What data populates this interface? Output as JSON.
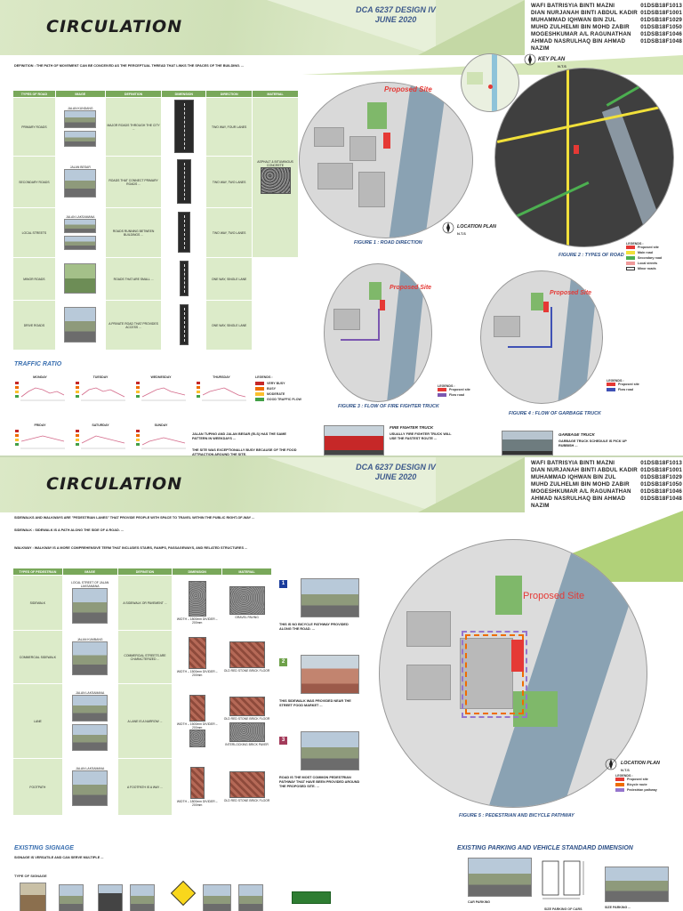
{
  "header": {
    "title": "CIRCULATION",
    "course_line1": "DCA 6237 DESIGN IV",
    "course_line2": "JUNE 2020",
    "members": [
      {
        "name": "WAFI BATRISYIA BINTI MAZNI",
        "id": "01DSB18F1013"
      },
      {
        "name": "DIAN NURJANAH BINTI ABDUL KADIR",
        "id": "01DSB18F1001"
      },
      {
        "name": "MUHAMMAD IQHWAN BIN ZUL",
        "id": "01DSB18F1029"
      },
      {
        "name": "MUHD ZULHELMI BIN MOHD ZABIR",
        "id": "01DSB18F1050"
      },
      {
        "name": "MOGESHKUMAR A/L RAGUNATHAN",
        "id": "01DSB18F1046"
      },
      {
        "name": "AHMAD NASRULHAQ BIN AHMAD NAZIM",
        "id": "01DSB18F1048"
      }
    ]
  },
  "page1": {
    "intro": "DEFINITION : THE PATH OF MOVEMENT CAN BE CONCEIVED AS THE PERCEPTUAL THREAD THAT LINKS THE SPACES OF THE BUILDING. ...",
    "road_table": {
      "headers": [
        "TYPES OF ROAD",
        "IMAGE",
        "DEFINITION",
        "DIMENSION",
        "DIRECTION",
        "MATERIAL"
      ],
      "rows": [
        {
          "type": "PRIMARY ROADS",
          "image_label": "JALAN KUNDANG",
          "definition": "MAJOR ROADS THROUGH THE CITY ...",
          "direction": "TWO WAY, FOUR LANES",
          "material": ""
        },
        {
          "type": "SECONDARY ROADS",
          "image_label": "JALAN BESAR",
          "definition": "ROADS THAT CONNECT PRIMARY ROADS ...",
          "direction": "TWO WAY, TWO LANES",
          "material": "ASPHALT & BITUMINOUS CONCRETE"
        },
        {
          "type": "LOCAL STREETS",
          "image_label": "JALAN LAKSAMANA",
          "definition": "ROADS RUNNING BETWEEN BUILDINGS ...",
          "direction": "TWO WAY, TWO LANES",
          "material": ""
        },
        {
          "type": "MINOR ROADS",
          "image_label": "",
          "definition": "ROADS THAT ARE SMALL ...",
          "direction": "ONE WAY, SINGLE LANE",
          "material": ""
        },
        {
          "type": "DRIVE ROADS",
          "image_label": "",
          "definition": "A PRIVATE ROAD THAT PROVIDES ACCESS ...",
          "direction": "ONE WAY, SINGLE LANE",
          "material": ""
        }
      ]
    },
    "traffic_ratio": {
      "heading": "TRAFFIC RATIO",
      "days": [
        "MONDAY",
        "TUESDAY",
        "WEDNESDAY",
        "THURSDAY",
        "FRIDAY",
        "SATURDAY",
        "SUNDAY"
      ],
      "legend_heading": "LEGENDS :",
      "legend": [
        {
          "label": "VERY BUSY",
          "color": "#c62828"
        },
        {
          "label": "BUSY",
          "color": "#ef6c00"
        },
        {
          "label": "MODERATE",
          "color": "#fbc02d"
        },
        {
          "label": "GOOD TRAFFIC FLOW",
          "color": "#43a047"
        }
      ],
      "note1": "JALAN TUPING AND JALAN BESAR (ELS) HAS THE SAME PATTERN IN WEEKDAYS ...",
      "note2": "THE SITE WAS EXCEPTIONALLY BUSY BECAUSE OF THE FOOD ATTRACTION AROUND THE SITE."
    },
    "maps": {
      "proposed_site": "Proposed Site",
      "key_plan": "KEY PLAN",
      "key_plan_scale": "N.T.S",
      "location_plan": "LOCATION PLAN",
      "location_plan_scale": "N.T.S",
      "fig1": "FIGURE 1 : ROAD DIRECTION",
      "fig2": "FIGURE 2 : TYPES OF ROAD",
      "fig3": "FIGURE 3 : FLOW OF FIRE FIGHTER TRUCK",
      "fig4": "FIGURE 4 : FLOW OF GARBAGE TRUCK",
      "legend_heading": "LEGENDS :",
      "road_legend": [
        {
          "label": "Proposed site",
          "color": "#e53935"
        },
        {
          "label": "Main road",
          "color": "#f1e03a"
        },
        {
          "label": "Secondary road",
          "color": "#4caf50"
        },
        {
          "label": "Local streets",
          "color": "#ef9a9a"
        },
        {
          "label": "Minor roads",
          "color": "#ffffff"
        }
      ],
      "fire_legend": [
        {
          "label": "Proposed site",
          "color": "#e53935"
        },
        {
          "label": "Flow road",
          "color": "#7b57b0"
        }
      ],
      "garbage_legend": [
        {
          "label": "Proposed site",
          "color": "#e53935"
        },
        {
          "label": "Flow road",
          "color": "#3f51b5"
        }
      ]
    },
    "fire_truck": {
      "title": "FIRE FIGHTER TRUCK",
      "text": "USUALLY FIRE FIGHTER TRUCK WILL USE THE FASTEST ROUTE ..."
    },
    "garbage_truck": {
      "title": "GARBAGE TRUCK",
      "text": "GARBAGE TRUCK SCHEDULE IS PICK UP RUBBISH ..."
    }
  },
  "page2": {
    "intro1": "SIDEWALKS AND WALKWAYS ARE \"PEDESTRIAN LANES\" THAT PROVIDE PEOPLE WITH SPACE TO TRAVEL WITHIN THE PUBLIC RIGHT-OF-WAY ...",
    "intro2": "SIDEWALK : SIDEWALK IS A PATH ALONG THE SIDE OF A ROAD. ...",
    "intro3": "WALKWAY : WALKWAY IS A MORE COMPREHENSIVE TERM THAT INCLUDES STAIRS, RAMPS, PASSAGEWAYS, AND RELATED STRUCTURES ...",
    "ped_table": {
      "headers": [
        "TYPES OF PEDESTRIAN",
        "IMAGE",
        "DEFINITION",
        "DIMENSION",
        "MATERIAL"
      ],
      "rows": [
        {
          "type": "SIDEWALK",
          "image_label": "LOCAL STREET OF JALAN LAKSAMANA",
          "definition": "A SIDEWALK OR PAVEMENT ...",
          "dimension": "WIDTH – 1800mm  DIVIDER – 200mm",
          "material": "GRAVEL PAVING"
        },
        {
          "type": "COMMERCIAL SIDEWALK",
          "image_label": "JALAN KUMBANG",
          "definition": "COMMERCIAL STREETS ARE CHARACTERIZED ...",
          "dimension": "WIDTH – 1500mm  DIVIDER – 200mm",
          "material": "OLD RED STONE BRICK FLOOR"
        },
        {
          "type": "LANE",
          "image_label": "JALAN LAKSAMANA",
          "definition": "A LANE IS A NARROW ...",
          "dimension": "WIDTH – 1500mm  DIVIDER – 200mm",
          "material": "OLD RED STONE BRICK FLOOR"
        },
        {
          "type": "FOOTPATH",
          "image_label": "JALAN LAKSAMANA",
          "definition": "A FOOTPATH IS A WAY ...",
          "dimension": "WIDTH – 1800mm  DIVIDER – 200mm",
          "material": "OLD RED STONE BRICK FLOOR"
        }
      ],
      "extra_material": "INTERLOCKING BRICK PAVER"
    },
    "numbered_notes": [
      {
        "num": "1",
        "color": "#1a3c9c",
        "text": "THIS IS NO BICYCLE PATHWAY PROVIDED ALONG THE ROAD. ..."
      },
      {
        "num": "2",
        "color": "#6ea14a",
        "text": "THIS SIDEWALK WAS PROVIDED NEAR THE STREET FOOD MARKET ..."
      },
      {
        "num": "3",
        "color": "#a33b5a",
        "text": "ROAD IS THE MOST COMMON PEDESTRIAN PATHWAY THAT HAVE BEEN PROVIDED AROUND THE PROPOSED SITE. ..."
      }
    ],
    "map": {
      "proposed_site": "Proposed Site",
      "location_plan": "LOCATION PLAN",
      "location_plan_scale": "N.T.S",
      "fig5": "FIGURE 5 : PEDESTRIAN AND BICYCLE PATHWAY",
      "legend_heading": "LEGENDS :",
      "legend": [
        {
          "label": "Proposed site",
          "color": "#e53935"
        },
        {
          "label": "Bicycle route",
          "color": "#ef6c00"
        },
        {
          "label": "Pedestrian pathway",
          "color": "#9575cd"
        }
      ]
    },
    "signage": {
      "heading": "EXISTING SIGNAGE",
      "text": "SIGNAGE IS VERSATILE AND CAN SERVE MULTIPLE ...",
      "sub": "TYPE OF SIGNAGE"
    },
    "parking": {
      "heading": "EXISTING PARKING AND VEHICLE STANDARD DIMENSION",
      "caption1": "CAR PARKING",
      "caption2": "SIZE PARKING OF CARS",
      "caption3": "SIZE PARKING ..."
    }
  },
  "colors": {
    "header_green": "#dbe8c6",
    "table_header": "#79a85a",
    "table_cell": "#dcebc9",
    "accent_blue": "#3a6fb0",
    "site_red": "#e53935"
  }
}
